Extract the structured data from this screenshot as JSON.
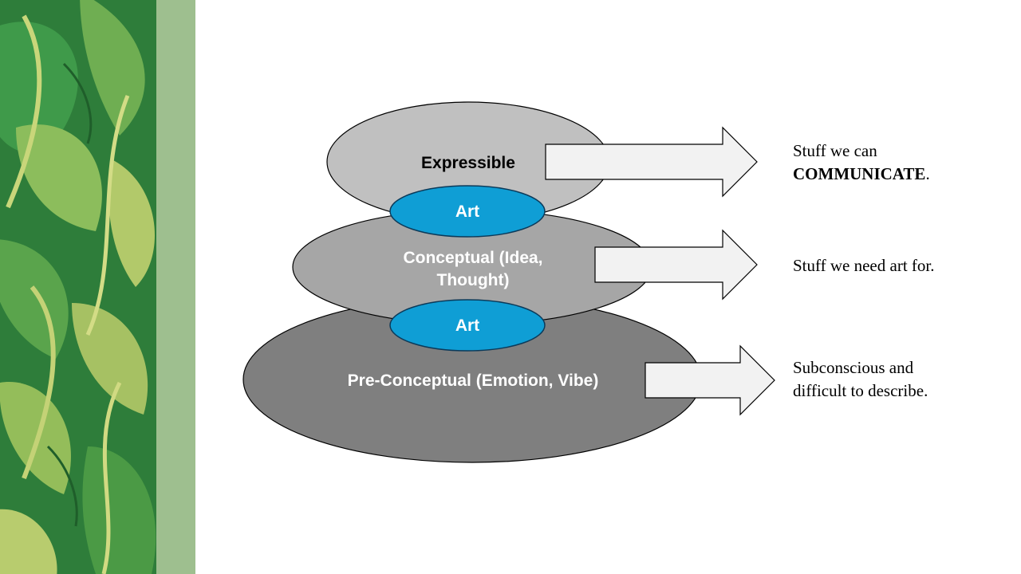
{
  "slide": {
    "layers": [
      {
        "label": "Expressible"
      },
      {
        "label_line1": "Conceptual (Idea,",
        "label_line2": "Thought)"
      },
      {
        "label": "Pre-Conceptual (Emotion, Vibe)"
      }
    ],
    "bridges": [
      {
        "label": "Art"
      },
      {
        "label": "Art"
      }
    ],
    "notes": [
      {
        "line1": "Stuff we can",
        "line2_bold": "COMMUNICATE",
        "line2_tail": "."
      },
      {
        "text": "Stuff we need art for."
      },
      {
        "line1": "Subconscious and",
        "line2": "difficult to describe."
      }
    ]
  },
  "colors": {
    "top_layer": "#c0c0c0",
    "middle_layer": "#a6a6a6",
    "bottom_layer": "#7f7f7f",
    "art_bubble": "#0f9ed5",
    "arrow_fill": "#f2f2f2",
    "accent_stripe": "#9ebf8f"
  }
}
